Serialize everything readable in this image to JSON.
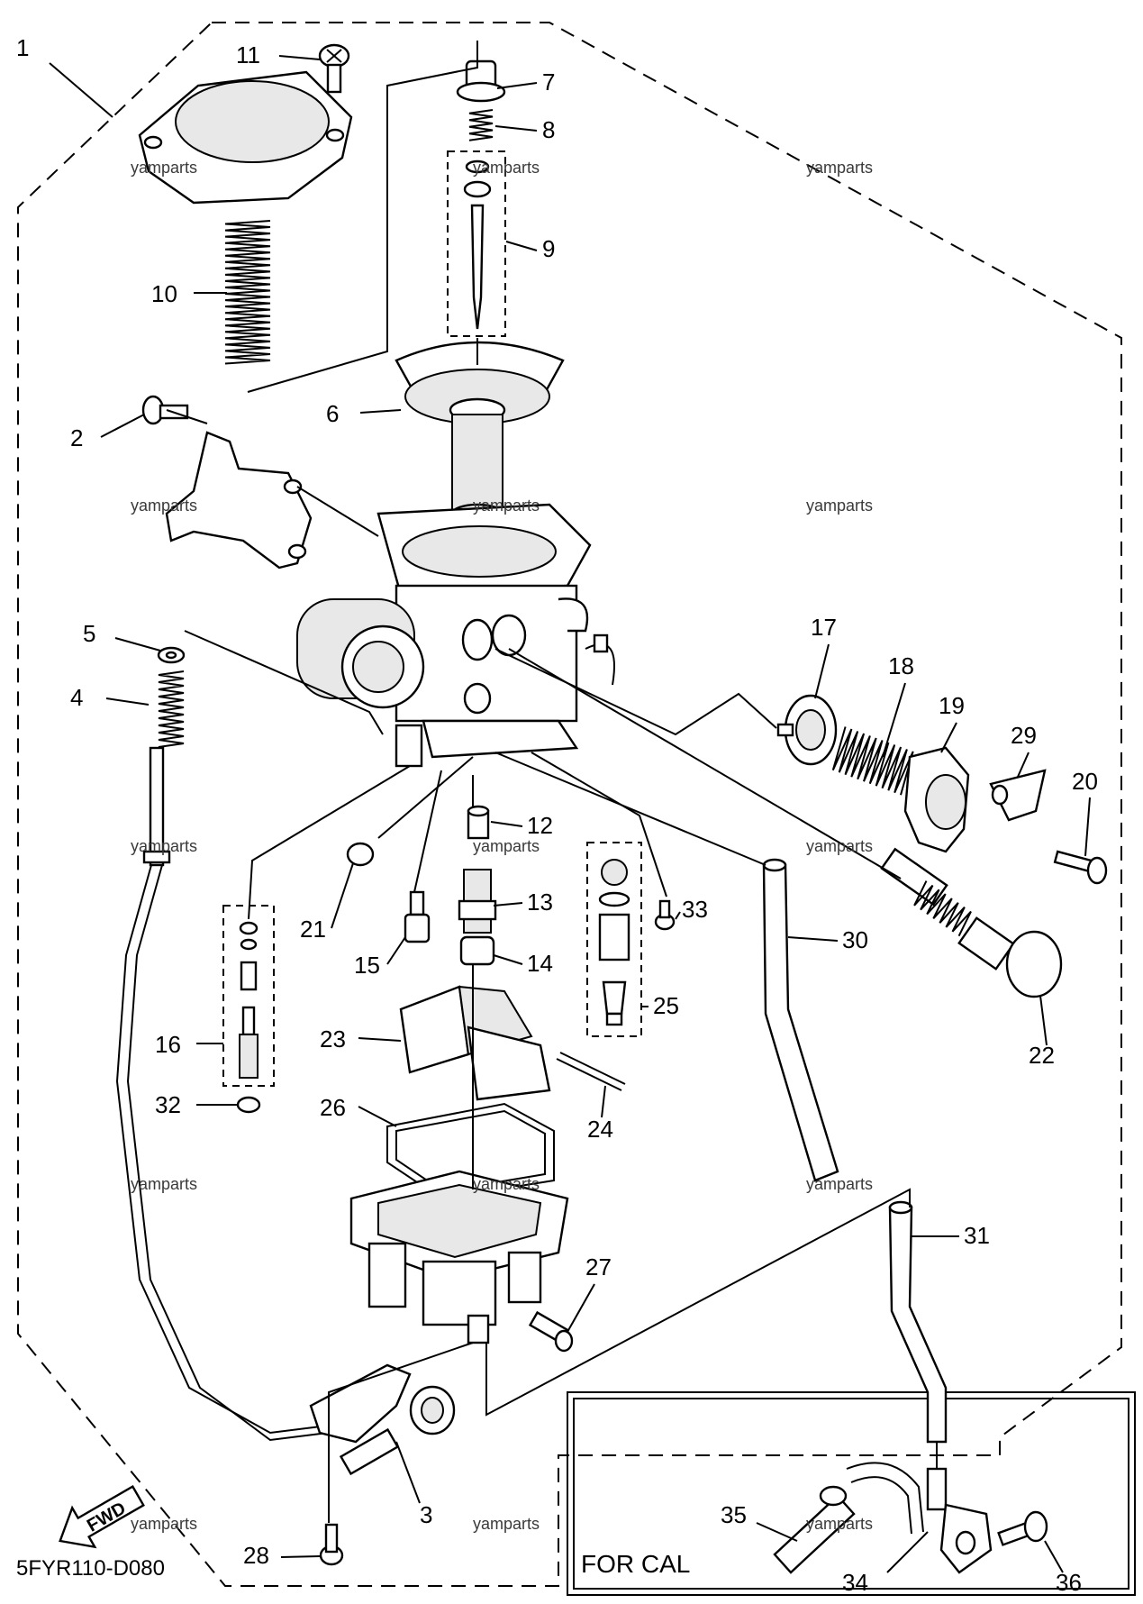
{
  "diagram_code": "5FYR110-D080",
  "inset_label": "FOR CAL",
  "fwd_label": "FWD",
  "watermark": "yamparts",
  "callouts": [
    {
      "num": "1"
    },
    {
      "num": "2"
    },
    {
      "num": "3"
    },
    {
      "num": "4"
    },
    {
      "num": "5"
    },
    {
      "num": "6"
    },
    {
      "num": "7"
    },
    {
      "num": "8"
    },
    {
      "num": "9"
    },
    {
      "num": "10"
    },
    {
      "num": "11"
    },
    {
      "num": "12"
    },
    {
      "num": "13"
    },
    {
      "num": "14"
    },
    {
      "num": "15"
    },
    {
      "num": "16"
    },
    {
      "num": "17"
    },
    {
      "num": "18"
    },
    {
      "num": "19"
    },
    {
      "num": "20"
    },
    {
      "num": "21"
    },
    {
      "num": "22"
    },
    {
      "num": "23"
    },
    {
      "num": "24"
    },
    {
      "num": "25"
    },
    {
      "num": "26"
    },
    {
      "num": "27"
    },
    {
      "num": "28"
    },
    {
      "num": "29"
    },
    {
      "num": "30"
    },
    {
      "num": "31"
    },
    {
      "num": "32"
    },
    {
      "num": "33"
    },
    {
      "num": "34"
    },
    {
      "num": "35"
    },
    {
      "num": "36"
    }
  ]
}
